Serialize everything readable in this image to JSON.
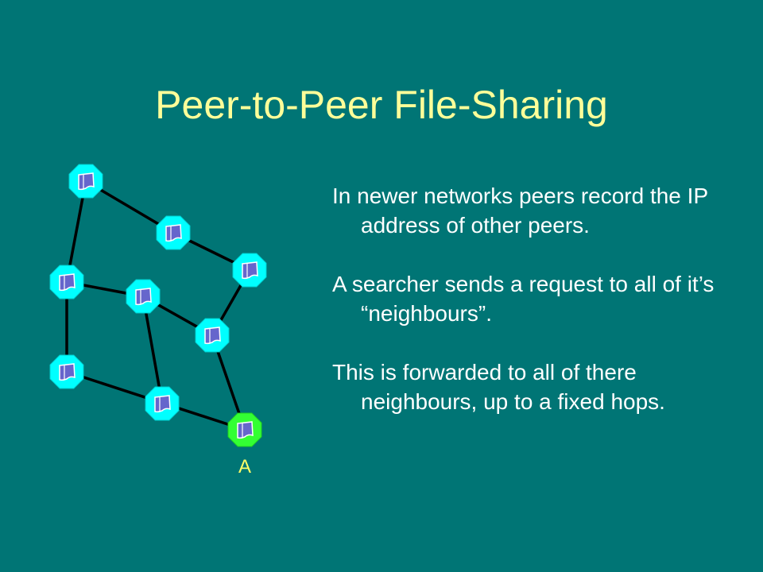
{
  "slide": {
    "title": "Peer-to-Peer File-Sharing",
    "paragraphs": [
      "In newer networks peers record the IP address of other peers.",
      "A searcher  sends a request to all of it’s “neighbours”.",
      "This is forwarded to all of there neighbours, up to a fixed hops."
    ]
  },
  "diagram": {
    "searcher_label": "A",
    "colors": {
      "peer_fill": "#00FFFF",
      "searcher_fill": "#33FF33",
      "document_icon": "#6666CC",
      "link": "#000000",
      "label": "#FFFF66"
    },
    "icons": {
      "peer": "folder-document-icon"
    }
  }
}
